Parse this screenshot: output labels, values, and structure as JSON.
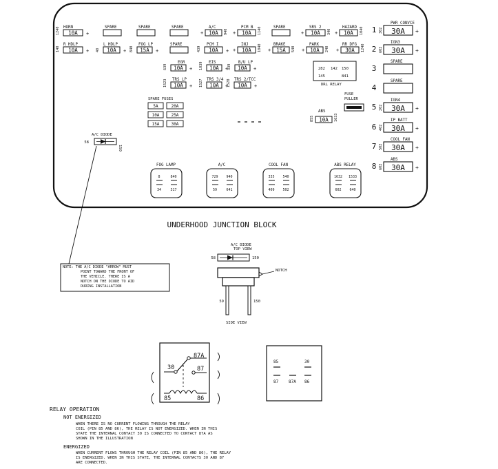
{
  "block_title": "UNDERHOOD  JUNCTION BLOCK",
  "fuses": [
    {
      "label": "HORN",
      "value": "10A",
      "pins": [
        "1240",
        "+"
      ]
    },
    {
      "label": "R HDLP",
      "value": "10A",
      "pins": [
        "140",
        "+"
      ]
    },
    {
      "label": "SPARE",
      "value": "",
      "pins": []
    },
    {
      "label": "L HDLP",
      "value": "10A",
      "pins": [
        "40",
        "+"
      ]
    },
    {
      "label": "SPARE",
      "value": "",
      "pins": []
    },
    {
      "label": "FOG LP",
      "value": "15A",
      "pins": [
        "840",
        "+"
      ]
    },
    {
      "label": "SPARE",
      "value": "",
      "pins": []
    },
    {
      "label": "SPARE",
      "value": "",
      "pins": []
    },
    {
      "label": "A/C",
      "value": "10A",
      "pins": [
        "+",
        "940"
      ]
    },
    {
      "label": "PCM I",
      "value": "10A",
      "pins": [
        "439",
        "+"
      ]
    },
    {
      "label": "PCM B",
      "value": "10A",
      "pins": [
        "+",
        "1140"
      ]
    },
    {
      "label": "INJ",
      "value": "10A",
      "pins": [
        "+",
        "1040"
      ]
    },
    {
      "label": "SPARE",
      "value": "",
      "pins": []
    },
    {
      "label": "BRAKE",
      "value": "15A",
      "pins": [
        "+",
        "540"
      ]
    },
    {
      "label": "SRS 2",
      "value": "10A",
      "pins": [
        "+",
        "340"
      ]
    },
    {
      "label": "PARK",
      "value": "10A",
      "pins": [
        "+",
        "240"
      ]
    },
    {
      "label": "HAZARD",
      "value": "10A",
      "pins": [
        "+",
        "1040"
      ]
    },
    {
      "label": "RR DFG",
      "value": "30A",
      "pins": [
        "+",
        "1240"
      ]
    },
    {
      "label": "EGR",
      "value": "10A",
      "pins": [
        "639",
        "+"
      ]
    },
    {
      "label": "EIS",
      "value": "10A",
      "pins": [
        "1039",
        "+"
      ]
    },
    {
      "label": "B/U LP",
      "value": "10A",
      "pins": [
        "339",
        "+"
      ]
    },
    {
      "label": "TRS LP",
      "value": "10A",
      "pins": [
        "1523",
        "+"
      ]
    },
    {
      "label": "TRS 3/4",
      "value": "10A",
      "pins": [
        "1527",
        "+"
      ]
    },
    {
      "label": "TRS 2/TCC",
      "value": "10A",
      "pins": [
        "1528",
        "+"
      ]
    },
    {
      "label": "ABS",
      "value": "10A",
      "pins": [
        "855",
        "1633"
      ]
    }
  ],
  "maxi_fuses": [
    {
      "num": "1",
      "label": "PWR CONVCE",
      "value": "30A",
      "pin": "302"
    },
    {
      "num": "2",
      "label": "IGN3",
      "value": "30A",
      "pin": "602"
    },
    {
      "num": "3",
      "label": "SPARE",
      "value": "",
      "pin": ""
    },
    {
      "num": "4",
      "label": "SPARE",
      "value": "",
      "pin": ""
    },
    {
      "num": "5",
      "label": "IGN4",
      "value": "30A",
      "pin": "202"
    },
    {
      "num": "6",
      "label": "IP BATT",
      "value": "30A",
      "pin": "402"
    },
    {
      "num": "7",
      "label": "COOL FAN",
      "value": "30A",
      "pin": "502"
    },
    {
      "num": "8",
      "label": "ABS",
      "value": "30A",
      "pin": "602"
    }
  ],
  "plus_sign": "+",
  "spare_fuses": {
    "title": "SPARE FUSES",
    "values": [
      "5A",
      "20A",
      "10A",
      "25A",
      "15A",
      "30A"
    ]
  },
  "drl_relay": {
    "label": "DRL RELAY",
    "pins": [
      "282",
      "142",
      "150",
      "145",
      "841"
    ]
  },
  "fuse_puller": "FUSE\nPULLER",
  "relays": [
    {
      "label": "FOG LAMP",
      "pins": [
        "8",
        "840",
        "34",
        "317"
      ]
    },
    {
      "label": "A/C",
      "pins": [
        "729",
        "940",
        "59",
        "641"
      ]
    },
    {
      "label": "COOL FAN",
      "pins": [
        "335",
        "540",
        "409",
        "502"
      ]
    },
    {
      "label": "ABS RELAY",
      "pins": [
        "1632",
        "1533",
        "602",
        "640"
      ]
    }
  ],
  "ac_diode": {
    "label": "A/C DIODE",
    "left_pin": "58",
    "right_pin": "150"
  },
  "note": [
    "NOTE: THE A/C DIODE \"ARROW\" MUST",
    "POINT TOWARD THE FRONT OF",
    "THE VEHICLE. THERE IS A",
    "NOTCH ON THE DIODE TO AID",
    "DURING INSTALLATION"
  ],
  "top_view": {
    "title": "A/C DIODE",
    "subtitle": "TOP VIEW",
    "left_pin": "58",
    "right_pin": "150"
  },
  "side_view": {
    "label": "SIDE VIEW",
    "notch": "NOTCH",
    "left_pin": "59",
    "right_pin": "150"
  },
  "relay_schematic": {
    "pins": [
      "30",
      "87A",
      "87",
      "85",
      "86"
    ]
  },
  "relay_pinout": {
    "top": [
      "85",
      "30"
    ],
    "bottom": [
      "87",
      "87A",
      "86"
    ]
  },
  "relay_operation": {
    "title": "RELAY OPERATION",
    "not_energized_title": "NOT ENERGIZED",
    "not_energized_text": [
      "WHEN THERE IS NO CURRENT FLOWING THROUGH THE RELAY",
      "COIL (PIN 85 AND 86), THE RELAY IS NOT ENERGIZED.  WHEN IN THIS",
      "STATE THE INTERNAL CONTACT      30 IS CONNECTED TO CONTACT 87A AS",
      "SHOWN IN THE ILLUSTRATION"
    ],
    "energized_title": "ENERGIZED",
    "energized_text": [
      "WHEN CURRENT FLOWS THROUGH THE RELAY COIL (PIN 85 AND 86), THE RELAY",
      "IS ENERGIZED.  WHEN IN THIS STATE, THE INTERNAL CONTACTS 30 AND 87",
      "ARE CONNECTED."
    ]
  }
}
